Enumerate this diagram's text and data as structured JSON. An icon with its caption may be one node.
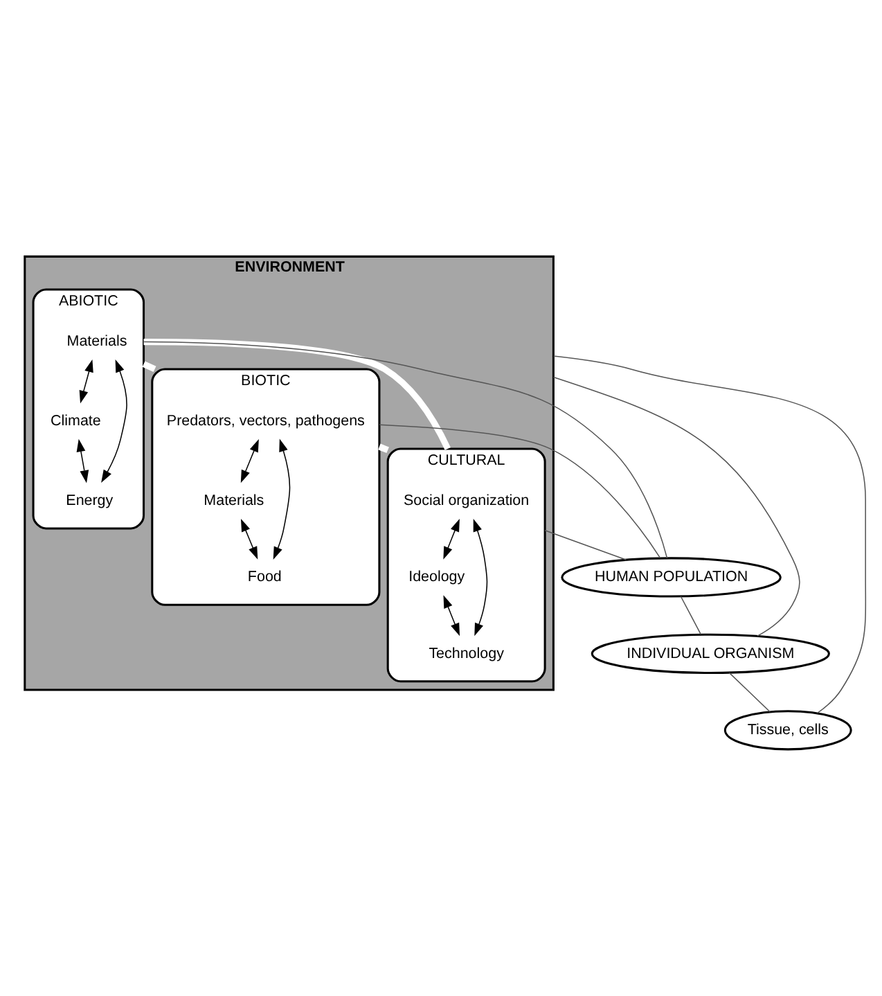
{
  "diagram": {
    "nodes": [
      {
        "text": [
          "ENVIRONMENT"
        ]
      },
      {
        "text": [
          "ABIOTIC"
        ],
        "in": 0
      },
      {
        "text": [
          "Materials"
        ],
        "in": 1
      },
      {
        "text": [
          "Climate"
        ],
        "in": 1
      },
      {
        "text": [
          "Energy"
        ],
        "in": 1
      },
      {
        "text": [
          "BIOTIC"
        ],
        "in": 0
      },
      {
        "text": [
          "Predators, vectors, pathogens"
        ],
        "in": 5
      },
      {
        "text": [
          "Materials"
        ],
        "in": 5
      },
      {
        "text": [
          "Food"
        ],
        "in": 5
      },
      {
        "text": [
          "CULTURAL"
        ],
        "in": 0
      },
      {
        "text": [
          "Social organization"
        ],
        "in": 9
      },
      {
        "text": [
          "Ideology"
        ],
        "in": 9
      },
      {
        "text": [
          "Technology"
        ],
        "in": 9
      },
      {
        "text": [
          "HUMAN POPULATION"
        ]
      },
      {
        "text": [
          "INDIVIDUAL ORGANISM"
        ]
      },
      {
        "text": [
          "Tissue, cells"
        ]
      }
    ],
    "edges": [
      {
        "from": 2,
        "to": 3,
        "arrow": "both"
      },
      {
        "from": 3,
        "to": 4,
        "arrow": "both"
      },
      {
        "from": 4,
        "to": 2,
        "arrow": "both"
      },
      {
        "from": 6,
        "to": 7,
        "arrow": "both"
      },
      {
        "from": 7,
        "to": 8,
        "arrow": "both"
      },
      {
        "from": 8,
        "to": 6,
        "arrow": "both"
      },
      {
        "from": 10,
        "to": 11,
        "arrow": "both"
      },
      {
        "from": 11,
        "to": 12,
        "arrow": "both"
      },
      {
        "from": 12,
        "to": 10,
        "arrow": "both"
      },
      {
        "from": 1,
        "to": 5,
        "arrow": "none",
        "style": "thick",
        "color": "#ffffff"
      },
      {
        "from": 1,
        "to": 9,
        "arrow": "none",
        "style": "thick",
        "color": "#ffffff"
      },
      {
        "from": 5,
        "to": 9,
        "arrow": "none",
        "style": "thick",
        "color": "#ffffff"
      },
      {
        "from": 1,
        "to": 13,
        "arrow": "none",
        "color": "#555555"
      },
      {
        "from": 5,
        "to": 13,
        "arrow": "none",
        "color": "#555555"
      },
      {
        "from": 9,
        "to": 13,
        "arrow": "none",
        "color": "#555555"
      },
      {
        "from": 13,
        "to": 14,
        "arrow": "none",
        "color": "#555555"
      },
      {
        "from": 14,
        "to": 15,
        "arrow": "none",
        "color": "#555555"
      },
      {
        "from": 0,
        "to": 14,
        "arrow": "none",
        "color": "#555555"
      },
      {
        "from": 0,
        "to": 15,
        "arrow": "none",
        "color": "#555555"
      }
    ]
  }
}
